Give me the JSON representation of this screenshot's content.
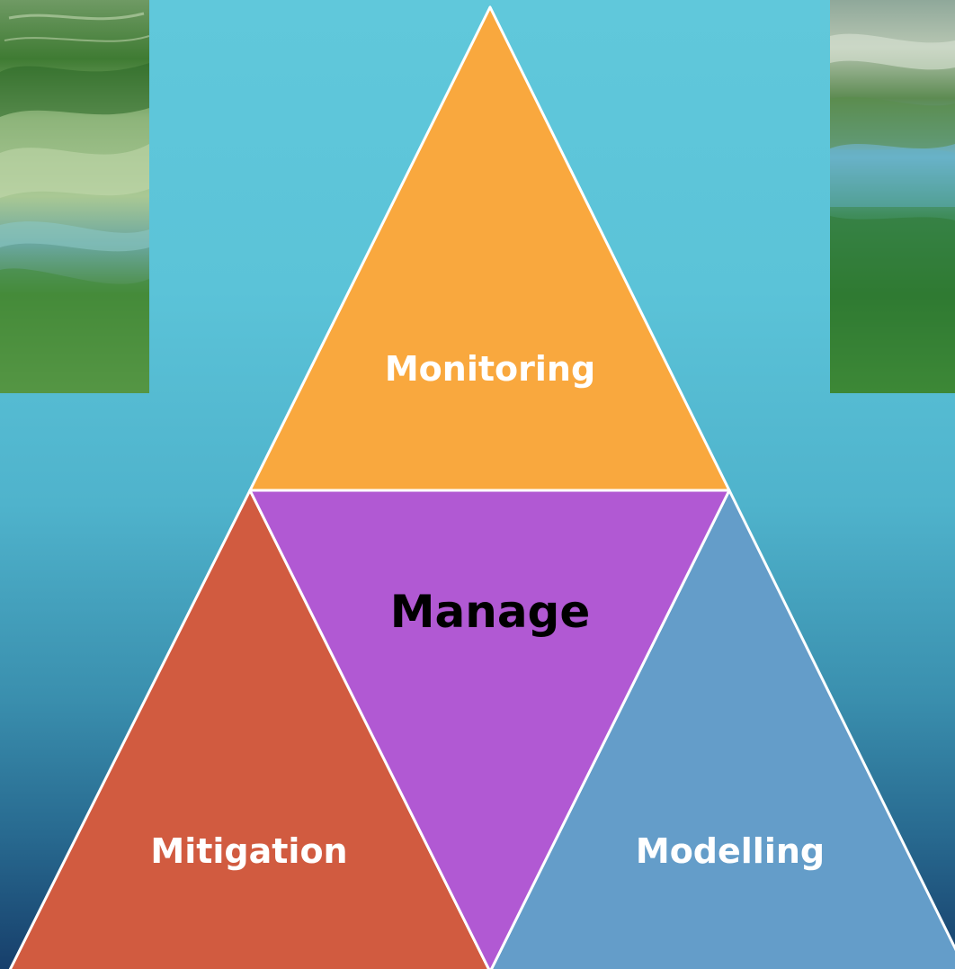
{
  "colors": {
    "monitoring": "#f9a83e",
    "manage": "#b159d3",
    "mitigation": "#d15b40",
    "modelling": "#649dc9",
    "outline": "#ffffff"
  },
  "diagram": {
    "monitoring_label": "Monitoring",
    "manage_label": "Manage",
    "mitigation_label": "Mitigation",
    "modelling_label": "Modelling"
  }
}
